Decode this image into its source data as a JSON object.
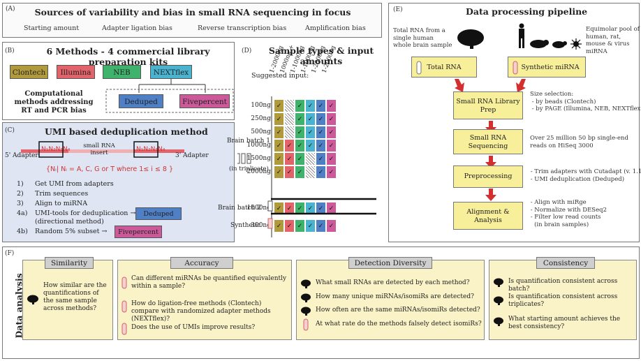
{
  "panelA": {
    "label": "(A)",
    "title": "Sources of variability and bias in small RNA sequencing in focus",
    "sources": [
      "Starting amount",
      "Adapter ligation bias",
      "Reverse transcription bias",
      "Amplification bias"
    ]
  },
  "panelB": {
    "label": "(B)",
    "title": "6 Methods - 4 commercial library preparation kits",
    "kits": [
      {
        "name": "Clontech",
        "color": "#b09a3c"
      },
      {
        "name": "Illumina",
        "color": "#e2646a"
      },
      {
        "name": "NEB",
        "color": "#3fb36b"
      },
      {
        "name": "NEXTflex",
        "color": "#4ab3cf"
      }
    ],
    "computational": "Computational methods addressing RT and PCR bias",
    "deduped": "Deduped",
    "fivepercent": "Fivepercent",
    "deduped_color": "#4f7fc4",
    "fivepercent_color": "#cc5a9a"
  },
  "panelC": {
    "label": "(C)",
    "title": "UMI based deduplication method",
    "adapter5": "5' Adapter",
    "adapter3": "3' Adapter",
    "insert": "small RNA insert",
    "umi_left": "N₁N₂N₃N₄",
    "umi_right": "N₁N₂N₃N₄",
    "formula": "{Nᵢ| Nᵢ = A, C, G or T where 1≤ i ≤ 8 }",
    "steps": [
      {
        "num": "1)",
        "text": "Get UMI from adapters"
      },
      {
        "num": "2)",
        "text": "Trim sequences"
      },
      {
        "num": "3)",
        "text": "Align to miRNA"
      },
      {
        "num": "4a)",
        "text": "UMI-tools for deduplication →"
      },
      {
        "num": "",
        "text": "(directional method)"
      },
      {
        "num": "4b)",
        "text": "Random 5% subset →"
      }
    ],
    "deduped": "Deduped",
    "fivepercent": "Fivepercent"
  },
  "panelD": {
    "label": "(D)",
    "title": "Sample types & input amounts",
    "suggested": "Suggested input:",
    "columns": [
      "1-2000ng",
      "1000ng +",
      "1-1000ng",
      "1-1000ng",
      "1-2000ng",
      "1-2000ng"
    ],
    "column_colors": [
      "#b09a3c",
      "#e2646a",
      "#3fb36b",
      "#4ab3cf",
      "#4f7fc4",
      "#cc5a9a"
    ],
    "rows": [
      "100ng",
      "250ng",
      "500ng",
      "1000ng",
      "1500ng",
      "2000ng",
      "1000ng",
      "300ng"
    ],
    "check": "✓",
    "brain_batch1": "Brain batch 1",
    "triplicate": "(in triplicate)",
    "brain_batch2": "Brain batch 2",
    "synthetic": "Synthetic",
    "cells": [
      [
        "c",
        "h",
        "c",
        "c",
        "c",
        "c"
      ],
      [
        "c",
        "h",
        "c",
        "c",
        "c",
        "c"
      ],
      [
        "c",
        "h",
        "c",
        "c",
        "c",
        "c"
      ],
      [
        "c",
        "c",
        "c",
        "c",
        "c",
        "c"
      ],
      [
        "c",
        "c",
        "c",
        "h",
        "c",
        "c"
      ],
      [
        "c",
        "c",
        "c",
        "h",
        "c",
        "c"
      ],
      [
        "c",
        "c",
        "c",
        "c",
        "c",
        "c"
      ],
      [
        "c",
        "c",
        "c",
        "c",
        "c",
        "c"
      ]
    ]
  },
  "panelE": {
    "label": "(E)",
    "title": "Data processing pipeline",
    "total_rna_desc": "Total RNA from a single human whole brain sample",
    "pool_desc": "Equimolar pool of human, rat, mouse & virus miRNA",
    "total_rna": "Total RNA",
    "synthetic": "Synthetic miRNA",
    "steps": [
      {
        "name": "Small RNA Library Prep",
        "note": "Size selection:\n - by beads (Clontech)\n - by PAGE (Illumina, NEB, NEXTflex)"
      },
      {
        "name": "Small RNA Sequencing",
        "note": "Over 25 million 50 bp single-end\nreads on HiSeq 3000"
      },
      {
        "name": "Preprocessing",
        "note": " - Trim adapters with Cutadapt (v. 1.11)\n - UMI deduplication (Deduped)"
      },
      {
        "name": "Alignment & Analysis",
        "note": " - Align with miRge\n - Normalize with DESeq2\n - Filter low read counts\n   (in brain samples)"
      }
    ]
  },
  "panelF": {
    "label": "(F)",
    "side_title": "Data analysis",
    "groups": [
      {
        "head": "Similarity",
        "items": [
          {
            "icon": "brain",
            "text": "How similar are the quantifications of the same sample across methods?"
          }
        ]
      },
      {
        "head": "Accuracy",
        "items": [
          {
            "icon": "tube",
            "text": "Can different miRNAs be quantified equivalently within a sample?"
          },
          {
            "icon": "tube",
            "text": "How do ligation-free methods (Clontech) compare with randomized adapter methods (NEXTflex)?"
          },
          {
            "icon": "tube",
            "text": "Does the use of UMIs improve results?"
          }
        ]
      },
      {
        "head": "Detection Diversity",
        "items": [
          {
            "icon": "brain",
            "text": "What small RNAs are detected by each method?"
          },
          {
            "icon": "brain",
            "text": "How many unique miRNAs/isomiRs are detected?"
          },
          {
            "icon": "brain",
            "text": "How often are the same miRNAs/isomiRs detected?"
          },
          {
            "icon": "tube",
            "text": "At what rate do the methods falsely detect isomiRs?"
          }
        ]
      },
      {
        "head": "Consistency",
        "items": [
          {
            "icon": "brain",
            "text": "Is quantification consistent across batch?"
          },
          {
            "icon": "brain",
            "text": "Is quantification consistent across triplicates?"
          },
          {
            "icon": "brain",
            "text": "What starting amount achieves the best consistency?"
          }
        ]
      }
    ]
  }
}
